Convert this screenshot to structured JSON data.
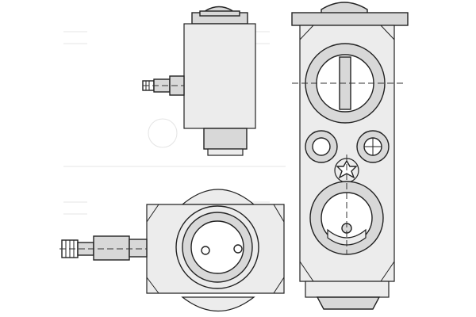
{
  "drawing": {
    "subject": "expansion-valve",
    "views": [
      "top-view",
      "front-view",
      "side-view"
    ],
    "colors": {
      "line": "#222222",
      "fill": "#d8d8d8",
      "background": "#ffffff"
    }
  }
}
